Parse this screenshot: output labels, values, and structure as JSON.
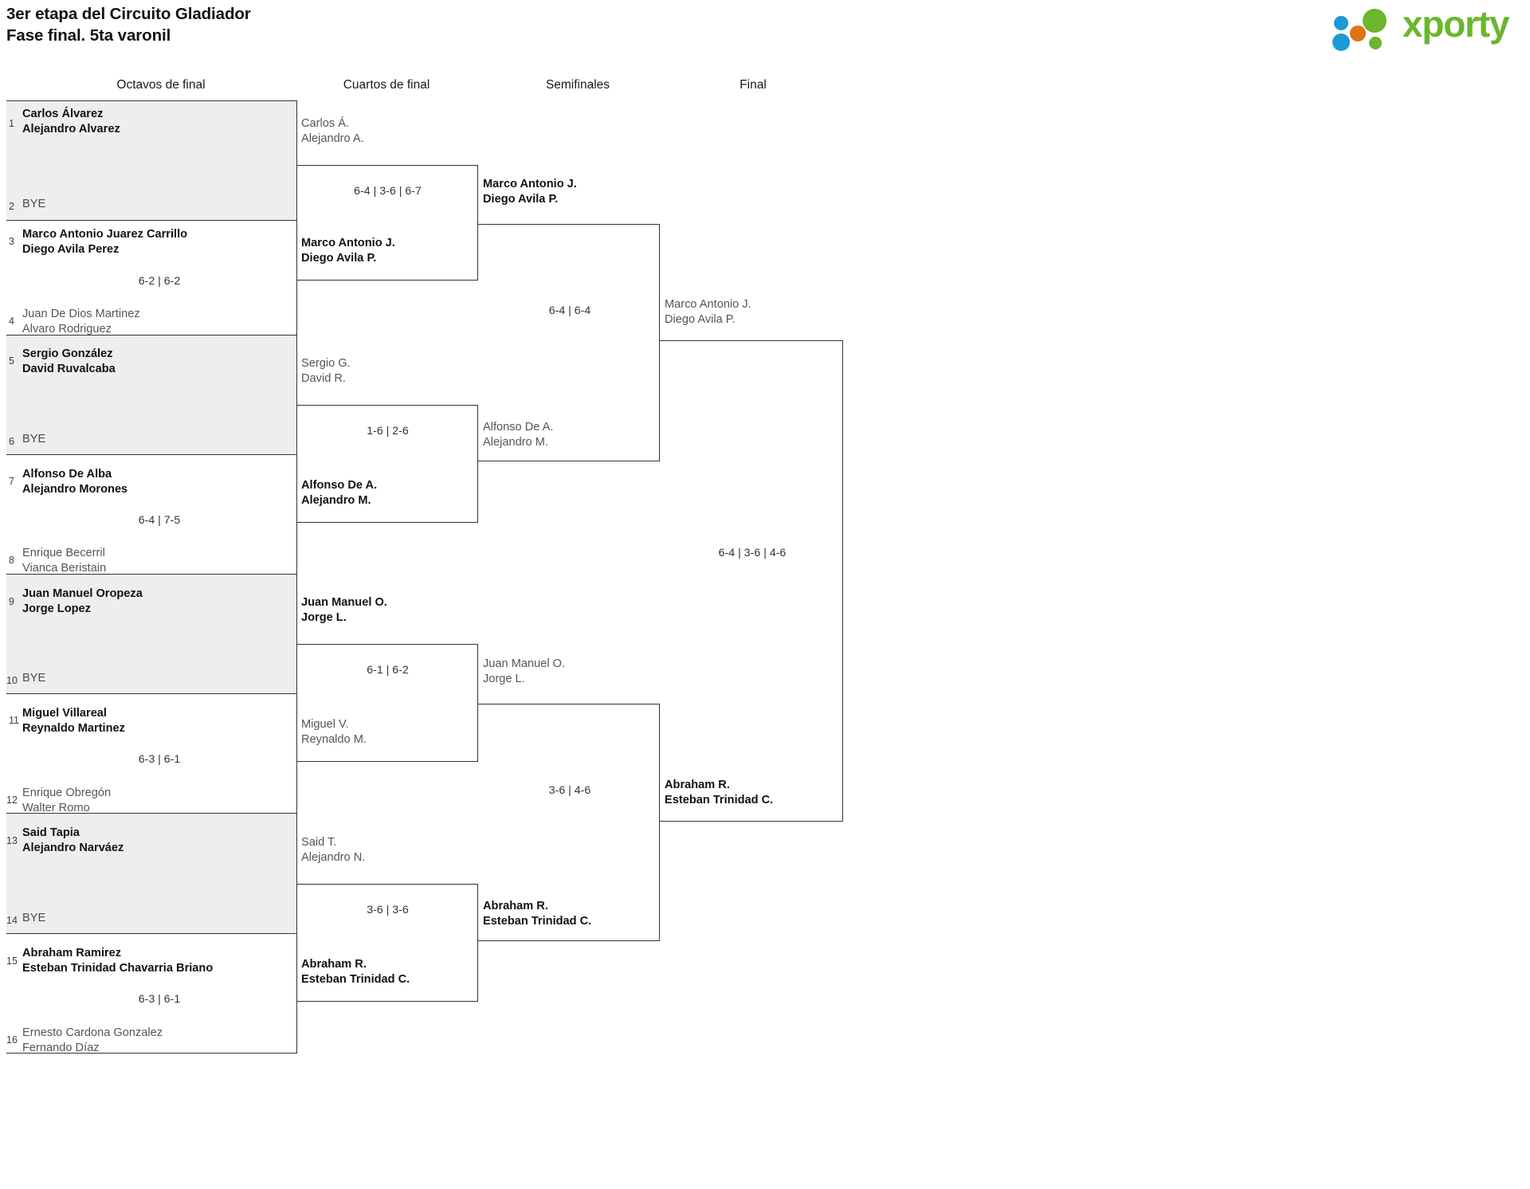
{
  "header": {
    "title_line1": "3er etapa del Circuito Gladiador",
    "title_line2": "Fase final. 5ta varonil",
    "logo_text": "xporty",
    "logo_colors": {
      "green": "#6cb52d",
      "blue": "#1b9ad6",
      "orange": "#e2730f"
    }
  },
  "rounds": [
    {
      "label": "Octavos de final"
    },
    {
      "label": "Cuartos de final"
    },
    {
      "label": "Semifinales"
    },
    {
      "label": "Final"
    }
  ],
  "colors": {
    "shade": "#eeeeee",
    "line": "#333333",
    "winner_text": "#121212",
    "loser_text": "#555555"
  },
  "bye_label": "BYE",
  "round16": [
    {
      "seed": "1",
      "line1": "Carlos Álvarez",
      "line2": "Alejandro Alvarez",
      "status": "winner"
    },
    {
      "seed": "2",
      "line1": "BYE",
      "line2": "",
      "status": "bye"
    },
    {
      "seed": "3",
      "line1": "Marco Antonio Juarez Carrillo",
      "line2": "Diego Avila Perez",
      "status": "winner"
    },
    {
      "seed": "4",
      "line1": "Juan De Dios Martinez",
      "line2": "Alvaro Rodriguez",
      "status": "loser"
    },
    {
      "seed": "5",
      "line1": "Sergio González",
      "line2": "David Ruvalcaba",
      "status": "winner"
    },
    {
      "seed": "6",
      "line1": "BYE",
      "line2": "",
      "status": "bye"
    },
    {
      "seed": "7",
      "line1": "Alfonso De Alba",
      "line2": "Alejandro Morones",
      "status": "winner"
    },
    {
      "seed": "8",
      "line1": "Enrique Becerril",
      "line2": "Vianca Beristain",
      "status": "loser"
    },
    {
      "seed": "9",
      "line1": "Juan Manuel Oropeza",
      "line2": "Jorge Lopez",
      "status": "winner"
    },
    {
      "seed": "10",
      "line1": "BYE",
      "line2": "",
      "status": "bye"
    },
    {
      "seed": "11",
      "line1": "Miguel Villareal",
      "line2": "Reynaldo Martinez",
      "status": "winner"
    },
    {
      "seed": "12",
      "line1": "Enrique Obregón",
      "line2": "Walter Romo",
      "status": "loser"
    },
    {
      "seed": "13",
      "line1": "Said Tapia",
      "line2": "Alejandro Narváez",
      "status": "winner"
    },
    {
      "seed": "14",
      "line1": "BYE",
      "line2": "",
      "status": "bye"
    },
    {
      "seed": "15",
      "line1": "Abraham Ramirez",
      "line2": "Esteban Trinidad Chavarria Briano",
      "status": "winner"
    },
    {
      "seed": "16",
      "line1": "Ernesto Cardona Gonzalez",
      "line2": "Fernando Díaz",
      "status": "loser"
    }
  ],
  "round16_scores": [
    {
      "text": ""
    },
    {
      "text": "6-2 | 6-2"
    },
    {
      "text": ""
    },
    {
      "text": "6-4 | 7-5"
    },
    {
      "text": ""
    },
    {
      "text": "6-3 | 6-1"
    },
    {
      "text": ""
    },
    {
      "text": "6-3 | 6-1"
    }
  ],
  "quarters": [
    {
      "line1": "Carlos Á.",
      "line2": "Alejandro A.",
      "status": "loser"
    },
    {
      "line1": "Marco Antonio J.",
      "line2": "Diego Avila P.",
      "status": "winner"
    },
    {
      "line1": "Sergio G.",
      "line2": "David R.",
      "status": "loser"
    },
    {
      "line1": "Alfonso De A.",
      "line2": "Alejandro M.",
      "status": "winner"
    },
    {
      "line1": "Juan Manuel O.",
      "line2": "Jorge L.",
      "status": "winner"
    },
    {
      "line1": "Miguel V.",
      "line2": "Reynaldo M.",
      "status": "loser"
    },
    {
      "line1": "Said T.",
      "line2": "Alejandro N.",
      "status": "loser"
    },
    {
      "line1": "Abraham R.",
      "line2": "Esteban Trinidad C.",
      "status": "winner"
    }
  ],
  "quarters_scores": [
    {
      "text": "6-4 | 3-6 | 6-7"
    },
    {
      "text": "1-6 | 2-6"
    },
    {
      "text": "6-1 | 6-2"
    },
    {
      "text": "3-6 | 3-6"
    }
  ],
  "semis": [
    {
      "line1": "Marco Antonio J.",
      "line2": "Diego Avila P.",
      "status": "winner"
    },
    {
      "line1": "Alfonso De A.",
      "line2": "Alejandro M.",
      "status": "loser"
    },
    {
      "line1": "Juan Manuel O.",
      "line2": "Jorge L.",
      "status": "loser"
    },
    {
      "line1": "Abraham R.",
      "line2": "Esteban Trinidad C.",
      "status": "winner"
    }
  ],
  "semis_scores": [
    {
      "text": "6-4 | 6-4"
    },
    {
      "text": "3-6 | 4-6"
    }
  ],
  "final": [
    {
      "line1": "Marco Antonio J.",
      "line2": "Diego Avila P.",
      "status": "loser"
    },
    {
      "line1": "Abraham R.",
      "line2": "Esteban Trinidad C.",
      "status": "winner"
    }
  ],
  "final_scores": [
    {
      "text": "6-4 | 3-6 | 4-6"
    }
  ]
}
